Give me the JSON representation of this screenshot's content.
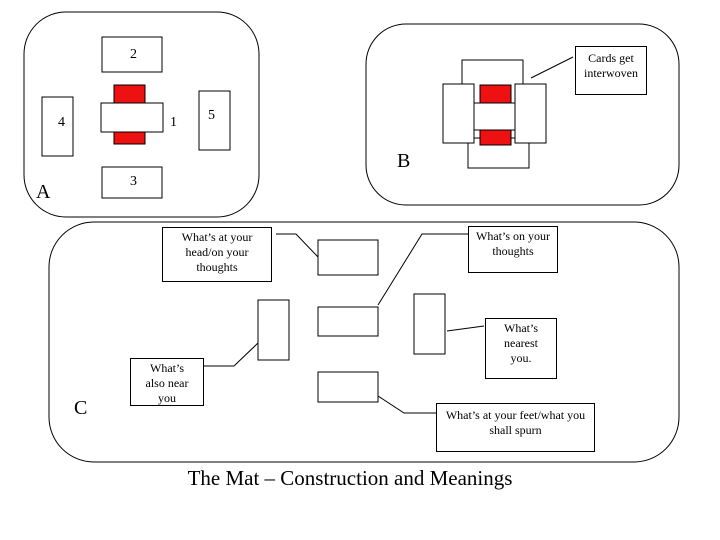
{
  "panels": {
    "a": {
      "letter": "A",
      "card_numbers": [
        "1",
        "2",
        "3",
        "4",
        "5"
      ]
    },
    "b": {
      "letter": "B",
      "callout": "Cards get interwoven"
    },
    "c": {
      "letter": "C",
      "callouts": {
        "head": "What’s at your head/on your thoughts",
        "thoughts": "What’s on your thoughts",
        "nearest": "What’s nearest you.",
        "near": "What’s also near you",
        "feet": "What’s at your feet/what you shall spurn"
      }
    }
  },
  "title": "The Mat – Construction and Meanings",
  "colors": {
    "accent_red": "#ee1111",
    "stroke": "#000000"
  }
}
